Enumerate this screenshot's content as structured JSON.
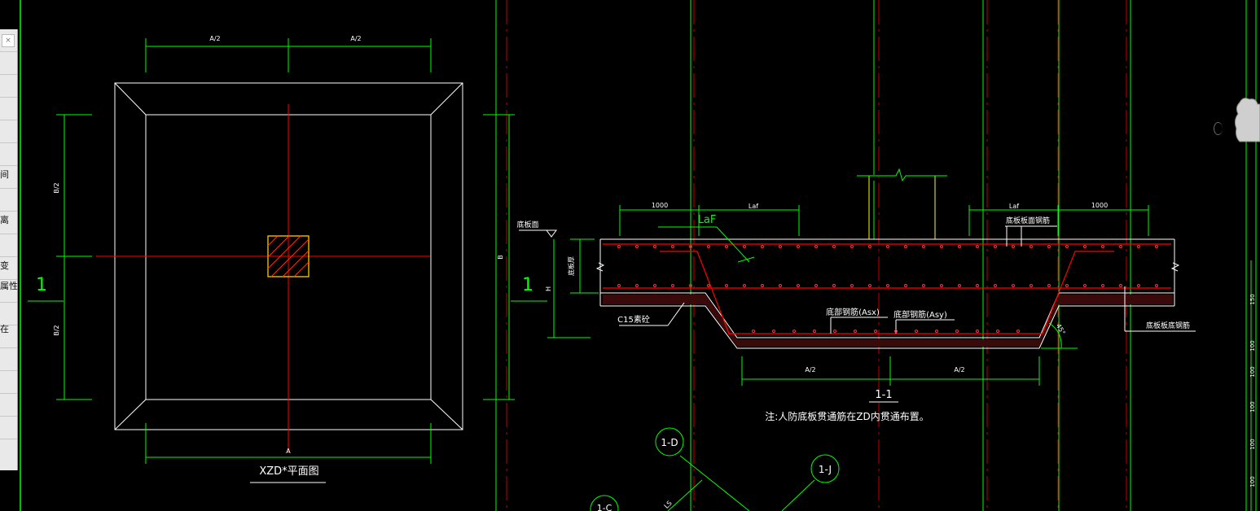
{
  "palette": {
    "close_glyph": "×",
    "fragments": [
      "间",
      "离",
      "变",
      "属性",
      "在"
    ]
  },
  "plan": {
    "dim_top_left": "A/2",
    "dim_top_right": "A/2",
    "dim_left_top": "B/2",
    "dim_left_bottom": "B/2",
    "dim_right": "B",
    "dim_bottom": "A",
    "section_mark_left": "1",
    "section_mark_right": "1",
    "title": "XZD*平面图"
  },
  "section": {
    "label_slab_top": "底板面",
    "label_thickness": "底板厚",
    "label_h": "H",
    "label_c15": "C15素砼",
    "dim_1000_left": "1000",
    "dim_laf_left": "Laf",
    "label_laf_callout": "LaF",
    "dim_laf_right": "Laf",
    "dim_1000_right": "1000",
    "label_top_rebar": "底板板面钢筋",
    "label_asx": "底部钢筋(Asx)",
    "label_asy": "底部钢筋(Asy)",
    "label_bottom_rebar": "底板板底钢筋",
    "angle": "45°",
    "dim_bottom_left": "A/2",
    "dim_bottom_right": "A/2",
    "title": "1-1",
    "note": "注:人防底板贯通筋在ZD内贯通布置。"
  },
  "axes": {
    "bubble_d": "1-D",
    "bubble_j": "1-J",
    "bubble_c": "1-C",
    "axis_fragment": "LS"
  },
  "right_dims": {
    "d1": "150",
    "d2": "100",
    "d3": "100",
    "d4": "100",
    "d5": "100",
    "d6": "100"
  },
  "colors": {
    "background": "#000000",
    "green": "#00ff00",
    "white": "#ffffff",
    "red": "#ff0000",
    "yellow": "#ffff00",
    "dark_red_axis": "#c00000",
    "orange": "#ff9900"
  }
}
